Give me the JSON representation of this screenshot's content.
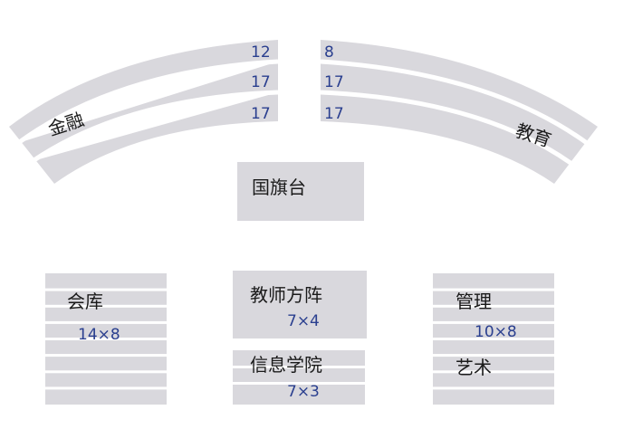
{
  "colors": {
    "block": "#d9d8dd",
    "stripe": "#ffffff",
    "label": "#1a1a1a",
    "number": "#2a3f8f"
  },
  "left_wing": {
    "label": "金融",
    "rows": [
      "12",
      "17",
      "17"
    ]
  },
  "right_wing": {
    "label": "教育",
    "rows": [
      "8",
      "17",
      "17"
    ]
  },
  "flag_stand": {
    "label": "国旗台"
  },
  "accounting": {
    "label": "会库",
    "formation": "14×8"
  },
  "teachers": {
    "label": "教师方阵",
    "formation": "7×4"
  },
  "info_school": {
    "label": "信息学院",
    "formation": "7×3"
  },
  "management": {
    "label": "管理",
    "formation": "10×8"
  },
  "arts": {
    "label": "艺术"
  }
}
